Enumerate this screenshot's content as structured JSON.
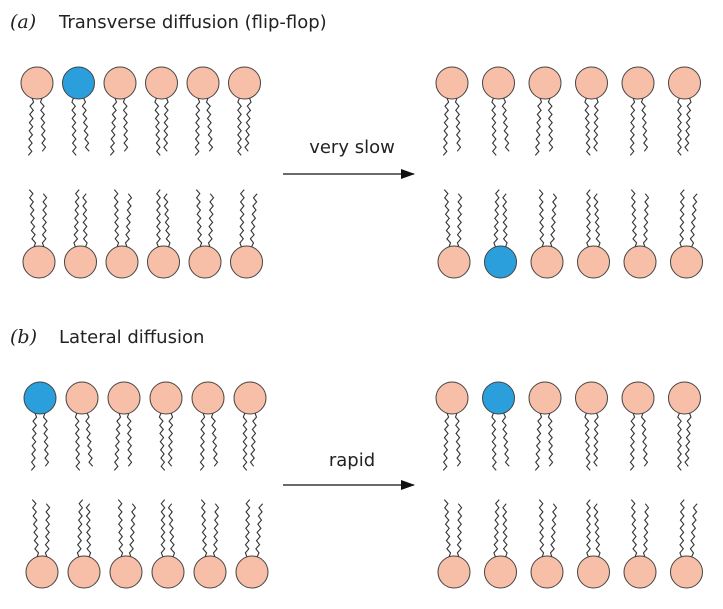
{
  "panels": [
    {
      "letter": "(a)",
      "title": "Transverse diffusion (flip-flop)",
      "arrow_label": "very slow",
      "before": {
        "top": [
          "normal",
          "highlighted",
          "normal",
          "normal",
          "normal",
          "normal"
        ],
        "bottom": [
          "normal",
          "normal",
          "normal",
          "normal",
          "normal",
          "normal"
        ]
      },
      "after": {
        "top": [
          "normal",
          "normal",
          "normal",
          "normal",
          "normal",
          "normal"
        ],
        "bottom": [
          "normal",
          "highlighted",
          "normal",
          "normal",
          "normal",
          "normal"
        ]
      }
    },
    {
      "letter": "(b)",
      "title": "Lateral diffusion",
      "arrow_label": "rapid",
      "before": {
        "top": [
          "highlighted",
          "normal",
          "normal",
          "normal",
          "normal",
          "normal"
        ],
        "bottom": [
          "normal",
          "normal",
          "normal",
          "normal",
          "normal",
          "normal"
        ]
      },
      "after": {
        "top": [
          "normal",
          "highlighted",
          "normal",
          "normal",
          "normal",
          "normal"
        ],
        "bottom": [
          "normal",
          "normal",
          "normal",
          "normal",
          "normal",
          "normal"
        ]
      }
    }
  ],
  "colors": {
    "lipid_head": "#f8bfa8",
    "highlighted_head": "#2a9fdc",
    "head_outline": "#444444",
    "tail": "#333333",
    "arrow": "#111111"
  }
}
